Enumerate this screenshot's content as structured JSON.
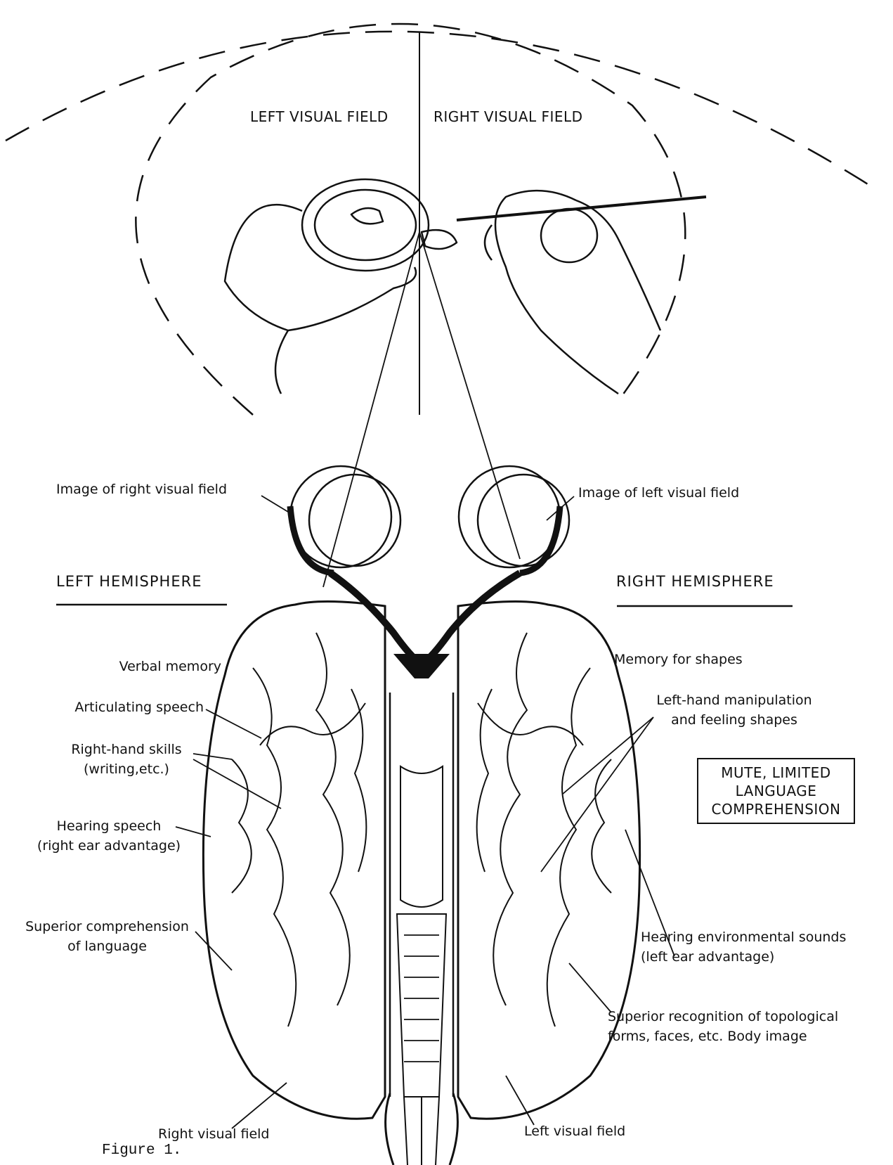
{
  "visual_fields": {
    "left": "LEFT VISUAL FIELD",
    "right": "RIGHT VISUAL FIELD"
  },
  "hemispheres": {
    "left": "LEFT HEMISPHERE",
    "right": "RIGHT HEMISPHERE"
  },
  "labels": {
    "image_right_field": "Image of right visual field",
    "image_left_field": "Image of left visual field",
    "verbal_memory": "Verbal memory",
    "articulating_speech": "Articulating speech",
    "right_hand_skills_1": "Right-hand skills",
    "right_hand_skills_2": "(writing,etc.)",
    "hearing_speech_1": "Hearing speech",
    "hearing_speech_2": "(right ear advantage)",
    "superior_comprehension_1": "Superior comprehension",
    "superior_comprehension_2": "of language",
    "right_visual_field_bottom": "Right visual field",
    "memory_for_shapes": "Memory for shapes",
    "left_hand_1": "Left-hand manipulation",
    "left_hand_2": "and feeling shapes",
    "mute_1": "MUTE, LIMITED",
    "mute_2": "LANGUAGE",
    "mute_3": "COMPREHENSION",
    "hearing_env_1": "Hearing environmental sounds",
    "hearing_env_2": "(left ear advantage)",
    "topological_1": "Superior recognition of topological",
    "topological_2": "forms, faces, etc. Body image",
    "left_visual_field_bottom": "Left visual field"
  },
  "caption": "Figure 1."
}
